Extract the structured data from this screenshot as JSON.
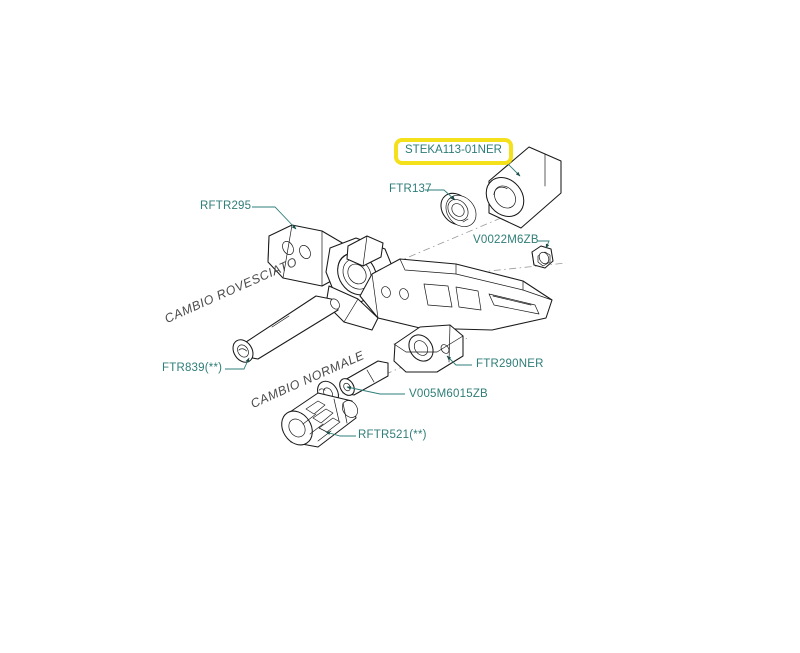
{
  "document": {
    "type": "exploded-parts-diagram",
    "background_color": "#ffffff",
    "line_color": "#1a1a1a",
    "label_color": "#2e7d78",
    "note_color": "#4a4a4a",
    "highlight_color": "#f5e01c"
  },
  "highlighted_label": {
    "text": "STEKA113-01NER"
  },
  "labels": [
    {
      "id": "rftr295",
      "text": "RFTR295"
    },
    {
      "id": "ftr137",
      "text": "FTR137"
    },
    {
      "id": "v0022m6zb",
      "text": "V0022M6ZB"
    },
    {
      "id": "ftr839",
      "text": "FTR839(**)"
    },
    {
      "id": "ftr290ner",
      "text": "FTR290NER"
    },
    {
      "id": "v005m6015zb",
      "text": "V005M6015ZB"
    },
    {
      "id": "rftr521",
      "text": "RFTR521(**)"
    }
  ],
  "notes": [
    {
      "id": "cambio-rovesciato",
      "text": "CAMBIO ROVESCIATO"
    },
    {
      "id": "cambio-normale",
      "text": "CAMBIO NORMALE"
    }
  ]
}
